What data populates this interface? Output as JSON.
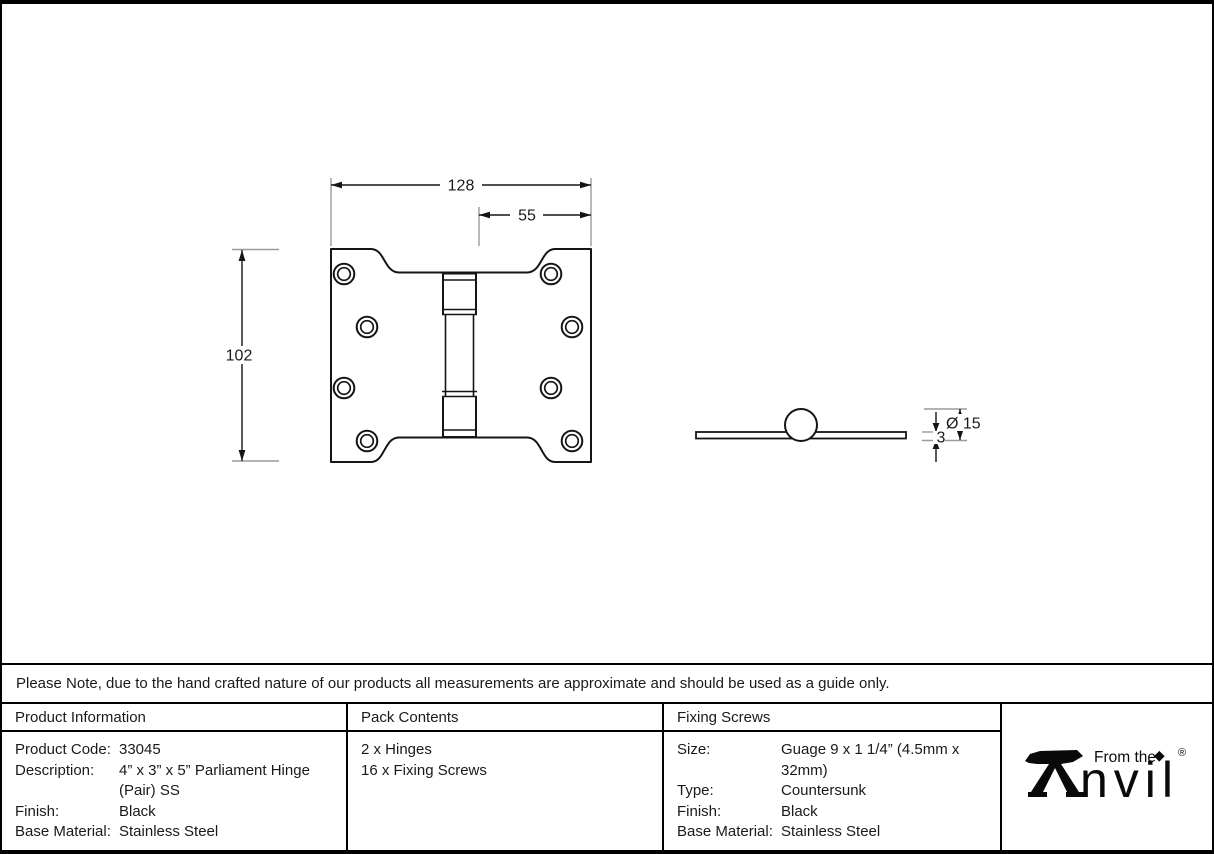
{
  "note": "Please Note, due to the hand crafted nature of our products all measurements are approximate and should be used as a guide only.",
  "drawing": {
    "front_view": {
      "dim_width": "128",
      "dim_right_offset": "55",
      "dim_height": "102"
    },
    "side_view": {
      "dim_knuckle_diameter": "Ø 15",
      "dim_plate_thickness": "3"
    }
  },
  "table": {
    "product_information": {
      "header": "Product Information",
      "rows": [
        {
          "label": "Product Code:",
          "value": "33045"
        },
        {
          "label": "Description:",
          "value": "4” x 3” x 5” Parliament Hinge (Pair) SS"
        },
        {
          "label": "Finish:",
          "value": "Black"
        },
        {
          "label": "Base Material:",
          "value": "Stainless Steel"
        }
      ]
    },
    "pack_contents": {
      "header": "Pack Contents",
      "items": [
        "2 x Hinges",
        "16 x Fixing Screws"
      ]
    },
    "fixing_screws": {
      "header": "Fixing Screws",
      "rows": [
        {
          "label": "Size:",
          "value": "Guage 9 x 1 1/4” (4.5mm x 32mm)"
        },
        {
          "label": "Type:",
          "value": "Countersunk"
        },
        {
          "label": "Finish:",
          "value": "Black"
        },
        {
          "label": "Base Material:",
          "value": "Stainless Steel"
        }
      ]
    }
  },
  "logo": {
    "tagline": "From the",
    "brand_suffix": "nvil",
    "registered": "®"
  },
  "colors": {
    "background": "#ffffff",
    "border": "#000000",
    "line": "#151515",
    "extension_line": "#9b9b9b"
  }
}
